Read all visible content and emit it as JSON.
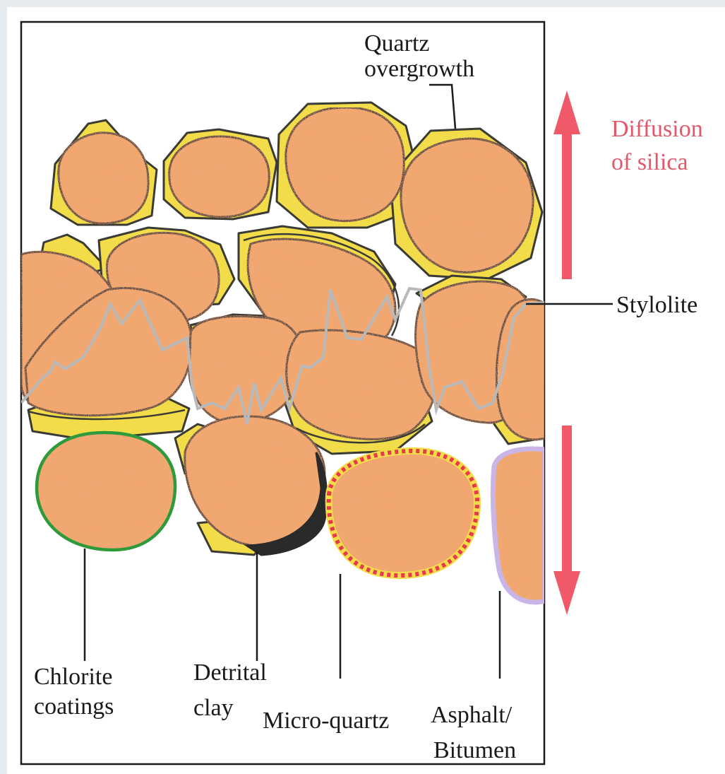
{
  "labels": {
    "quartz_overgrowth": [
      "Quartz",
      "overgrowth"
    ],
    "diffusion": [
      "Diffusion",
      "of silica"
    ],
    "stylolite": "Stylolite",
    "chlorite": [
      "Chlorite",
      "coatings"
    ],
    "detrital": [
      "Detrital",
      "clay"
    ],
    "micro_quartz": "Micro-quartz",
    "asphalt": [
      "Asphalt/",
      "Bitumen"
    ]
  },
  "colors": {
    "grain_fill": "#f2a76a",
    "grain_outline": "#3b3b35",
    "overgrowth_fill": "#f2dc4a",
    "stylolite": "#b9b9b9",
    "chlorite": "#2e9a3a",
    "detrital_clay": "#2a2a2a",
    "micro_quartz": "#e8384f",
    "asphalt": "#c9b6e6",
    "arrow": "#ef5968",
    "text_red": "#e0586a"
  }
}
